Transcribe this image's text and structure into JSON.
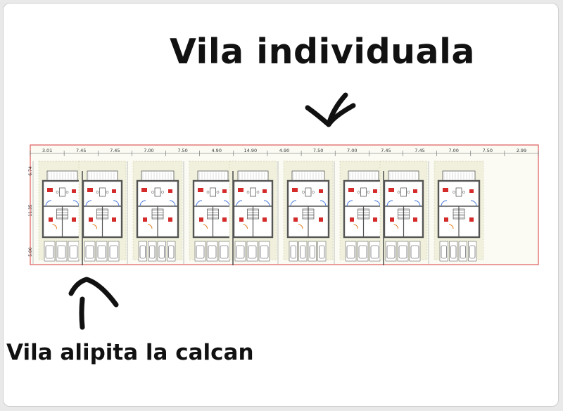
{
  "labels": {
    "individual": "Vila individuala",
    "semidetached": "Vila alipita la calcan"
  },
  "colors": {
    "lot_border": "#e05a5a",
    "wall": "#555555",
    "landscape": "#f0f0dc",
    "accent_red": "#d42a2a",
    "accent_blue": "#3a6fd8",
    "accent_orange": "#e07a1a",
    "ink": "#111111"
  },
  "plan": {
    "top_dims": [
      "3.01",
      "7.45",
      "7.45",
      "7.00",
      "7.50",
      "4.90",
      "14.90",
      "4.90",
      "7.50",
      "7.00",
      "7.45",
      "7.45",
      "7.00",
      "7.50",
      "2.99"
    ],
    "vertical_dims": [
      "6.74",
      "11.35",
      "5.00"
    ],
    "units": [
      {
        "type": "duplex"
      },
      {
        "type": "single"
      },
      {
        "type": "duplex"
      },
      {
        "type": "single"
      },
      {
        "type": "duplex"
      },
      {
        "type": "single"
      }
    ]
  }
}
